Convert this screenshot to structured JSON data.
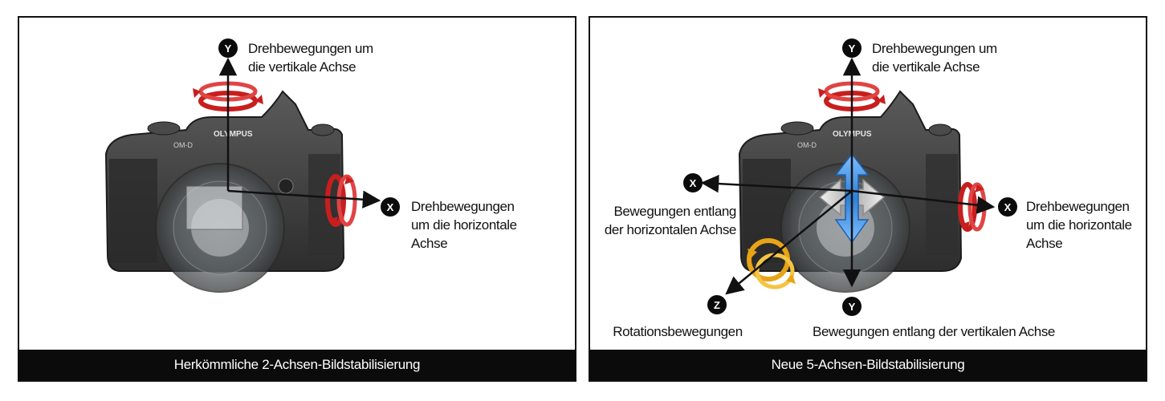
{
  "left_panel": {
    "caption": "Herkömmliche 2-Achsen-Bildstabilisierung",
    "y_badge": "Y",
    "x_badge": "X",
    "y_label_line1": "Drehbewegungen um",
    "y_label_line2": "die vertikale Achse",
    "x_label_line1": "Drehbewegungen",
    "x_label_line2": "um die horizontale",
    "x_label_line3": "Achse",
    "camera_brand": "OLYMPUS",
    "camera_model": "OM-D"
  },
  "right_panel": {
    "caption": "Neue 5-Achsen-Bildstabilisierung",
    "y_top_badge": "Y",
    "y_bottom_badge": "Y",
    "x_left_badge": "X",
    "x_right_badge": "X",
    "z_badge": "Z",
    "y_top_label_line1": "Drehbewegungen um",
    "y_top_label_line2": "die vertikale Achse",
    "x_right_label_line1": "Drehbewegungen",
    "x_right_label_line2": "um die horizontale",
    "x_right_label_line3": "Achse",
    "x_left_label_line1": "Bewegungen entlang",
    "x_left_label_line2": "der horizontalen Achse",
    "z_label": "Rotationsbewegungen",
    "y_bottom_label": "Bewegungen entlang der vertikalen Achse",
    "camera_brand": "OLYMPUS",
    "camera_model": "OM-D"
  },
  "colors": {
    "caption_bg": "#0b0b0b",
    "rotation_red": "#c81e1e",
    "rotation_gold": "#e8a317",
    "shift_blue": "#3a8fe0",
    "camera_body": "#3d3d3d"
  }
}
